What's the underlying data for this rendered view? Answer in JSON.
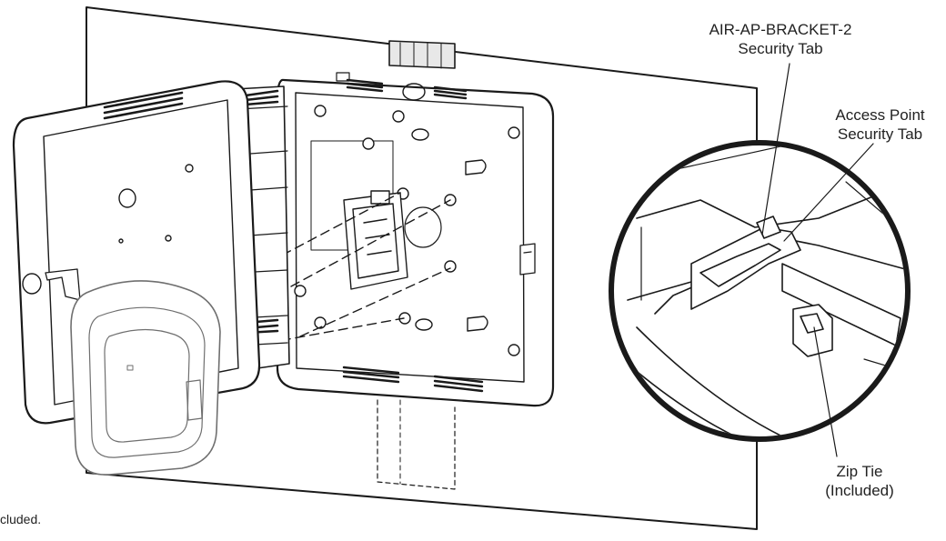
{
  "callouts": {
    "bracket_tab": {
      "line1": "AIR-AP-BRACKET-2",
      "line2": "Security Tab"
    },
    "ap_tab": {
      "line1": "Access Point",
      "line2": "Security Tab"
    },
    "zip_tie": {
      "line1": "Zip Tie",
      "line2": "(Included)"
    }
  },
  "footnote": "cluded.",
  "colors": {
    "line": "#1a1a1a",
    "fill": "#ffffff",
    "shade": "#d9d9d9",
    "light_line": "#9a9a9a"
  }
}
